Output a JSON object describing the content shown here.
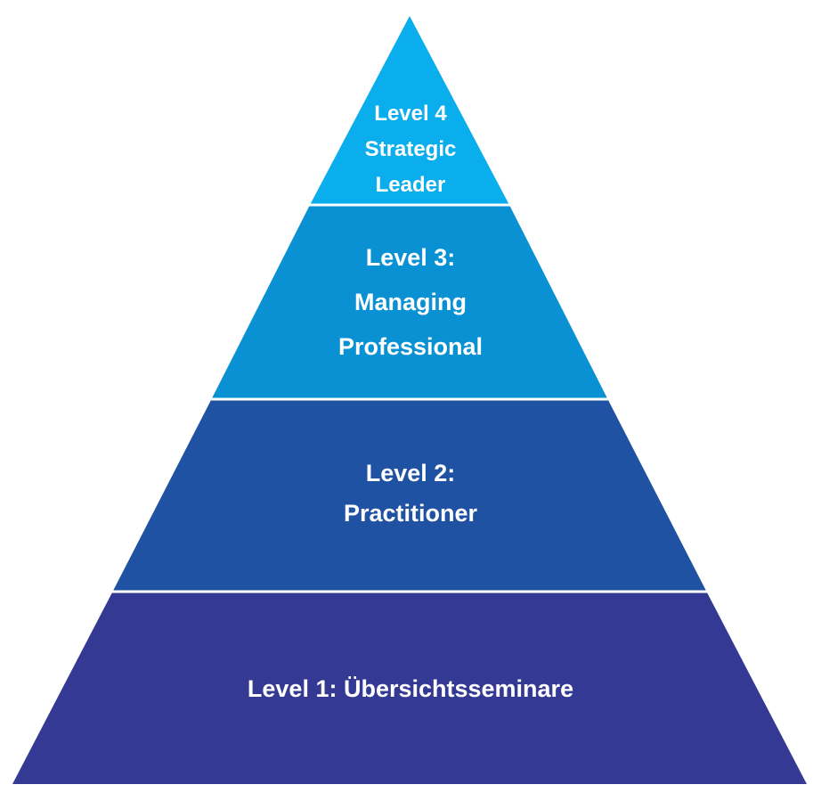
{
  "pyramid": {
    "levels": [
      {
        "id": "level-4",
        "lines": [
          "Level 4",
          "Strategic",
          "Leader"
        ],
        "color": "#0aaeec"
      },
      {
        "id": "level-3",
        "lines": [
          "Level 3:",
          "Managing",
          "Professional"
        ],
        "color": "#0991d3"
      },
      {
        "id": "level-2",
        "lines": [
          "Level 2:",
          "Practitioner"
        ],
        "color": "#1f52a2"
      },
      {
        "id": "level-1",
        "lines": [
          "Level 1: Übersichtsseminare"
        ],
        "color": "#343993"
      }
    ],
    "separator_color": "#ffffff",
    "text_color": "#ffffff"
  }
}
